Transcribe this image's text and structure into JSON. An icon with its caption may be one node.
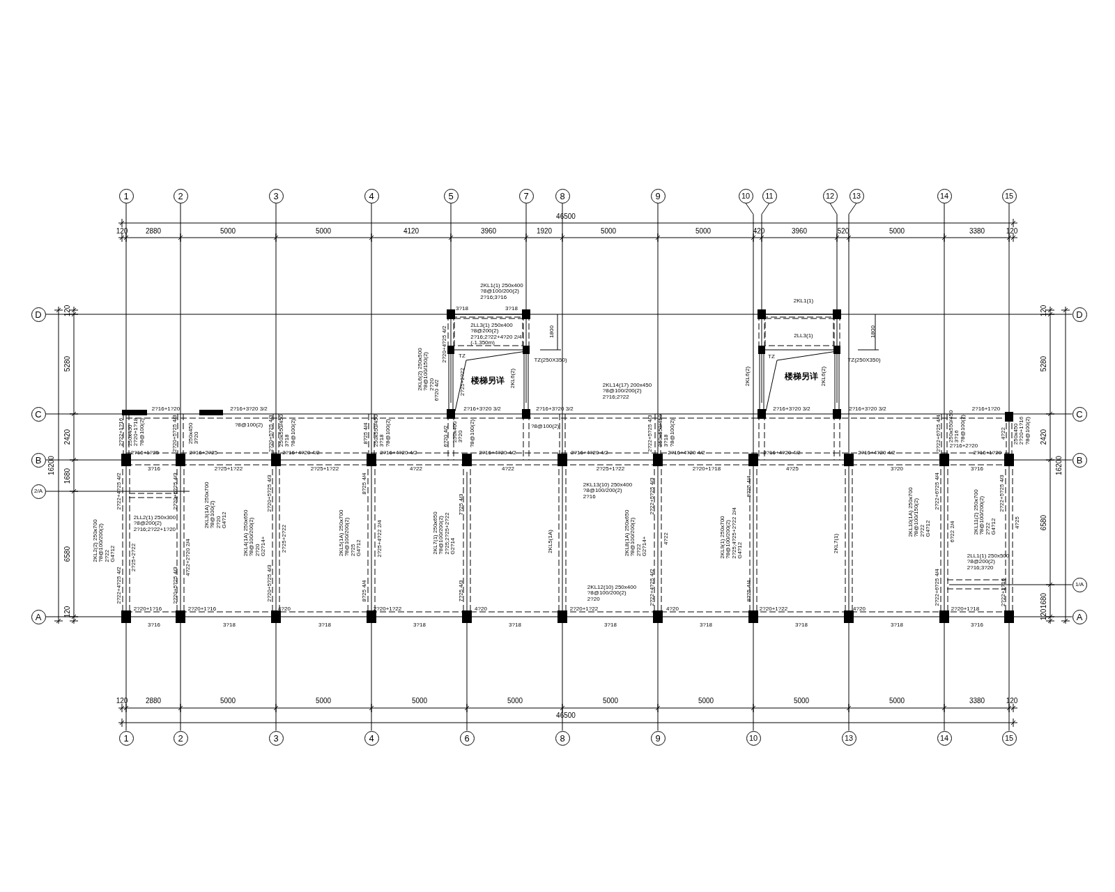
{
  "diagram": {
    "nodes": [
      {
        "text": [
          "1"
        ]
      },
      {
        "text": [
          "2"
        ]
      },
      {
        "text": [
          "3"
        ]
      },
      {
        "text": [
          "4"
        ]
      },
      {
        "text": [
          "5"
        ]
      },
      {
        "text": [
          "7"
        ]
      },
      {
        "text": [
          "8"
        ]
      },
      {
        "text": [
          "9"
        ]
      },
      {
        "text": [
          "10"
        ]
      },
      {
        "text": [
          "11"
        ]
      },
      {
        "text": [
          "12"
        ]
      },
      {
        "text": [
          "13"
        ]
      },
      {
        "text": [
          "14"
        ]
      },
      {
        "text": [
          "15"
        ]
      },
      {
        "text": [
          "D"
        ]
      },
      {
        "text": [
          "C"
        ]
      },
      {
        "text": [
          "B"
        ]
      },
      {
        "text": [
          "2/A"
        ]
      },
      {
        "text": [
          "A"
        ]
      },
      {
        "text": [
          "D"
        ]
      },
      {
        "text": [
          "C"
        ]
      },
      {
        "text": [
          "B"
        ]
      },
      {
        "text": [
          "1/A"
        ]
      },
      {
        "text": [
          "A"
        ]
      },
      {
        "text": [
          "1"
        ]
      },
      {
        "text": [
          "2"
        ]
      },
      {
        "text": [
          "3"
        ]
      },
      {
        "text": [
          "4"
        ]
      },
      {
        "text": [
          "6"
        ]
      },
      {
        "text": [
          "8"
        ]
      },
      {
        "text": [
          "9"
        ]
      },
      {
        "text": [
          "10"
        ]
      },
      {
        "text": [
          "13"
        ]
      },
      {
        "text": [
          "14"
        ]
      },
      {
        "text": [
          "15"
        ]
      }
    ],
    "edges": [
      {
        "from": 0,
        "to": 24,
        "arrow": "none"
      },
      {
        "from": 1,
        "to": 25,
        "arrow": "none"
      },
      {
        "from": 2,
        "to": 26,
        "arrow": "none"
      },
      {
        "from": 3,
        "to": 27,
        "arrow": "none"
      },
      {
        "from": 4,
        "to": null,
        "arrow": "none"
      },
      {
        "from": 28,
        "to": null,
        "arrow": "none"
      },
      {
        "from": 5,
        "to": null,
        "arrow": "none"
      },
      {
        "from": 6,
        "to": 29,
        "arrow": "none"
      },
      {
        "from": 7,
        "to": 30,
        "arrow": "none"
      },
      {
        "from": 8,
        "to": 31,
        "arrow": "none"
      },
      {
        "from": 9,
        "to": null,
        "arrow": "none"
      },
      {
        "from": 10,
        "to": null,
        "arrow": "none"
      },
      {
        "from": 11,
        "to": 32,
        "arrow": "none"
      },
      {
        "from": 12,
        "to": 33,
        "arrow": "none"
      },
      {
        "from": 13,
        "to": 34,
        "arrow": "none"
      },
      {
        "from": 14,
        "to": 19,
        "arrow": "none"
      },
      {
        "from": 15,
        "to": 20,
        "arrow": "none"
      },
      {
        "from": 16,
        "to": 21,
        "arrow": "none"
      },
      {
        "from": 17,
        "to": null,
        "arrow": "none"
      },
      {
        "from": 22,
        "to": null,
        "arrow": "none"
      },
      {
        "from": 18,
        "to": 23,
        "arrow": "none"
      }
    ],
    "labels": [
      "46500",
      "120",
      "2880",
      "5000",
      "5000",
      "4120",
      "3960",
      "1920",
      "5000",
      "5000",
      "420",
      "3960",
      "520",
      "5000",
      "3380",
      "120",
      "120",
      "5280",
      "2420",
      "16200",
      "1680",
      "6580",
      "120",
      "120",
      "5280",
      "2420",
      "16200",
      "6580",
      "1680",
      "120",
      "2KL1(1) 250x400 ?8@100/200(2) 2?16;3?16",
      "3?18",
      "3?18",
      "2LL3(1) 250x400 ?8@200(2) 2?16;2?22+4?20 2/4 (-1.350m)",
      "1800",
      "2?20+4?25 4/2",
      "2KL6(2) 250x500 ?8@100/150(2) 2?20",
      "TZ",
      "TZ(250X350)",
      "2?25+2?22",
      "楼梯另详",
      "2KL6(2)",
      "6?20 4/2",
      "2KL14(17) 200x450 ?8@100/200(2) 2?16;2?22",
      "2KL1(1)",
      "2LL3(1)",
      "1800",
      "TZ",
      "TZ(250X350)",
      "2KL6(2)",
      "楼梯另详",
      "2KL6(2)",
      "2?16+1?20",
      "2?16+3?20 3/2",
      "2?16+3?20 3/2",
      "2?16+3?20 3/2",
      "2?16+3?20 3/2",
      "2?16+3?20 3/2",
      "2?16+1?20",
      "2?22+1?16",
      "250x450 2?20+1?18 ?8@100(2)",
      "2?20+5?25 4/3",
      "250x450 3?20",
      "?8@100(2)",
      "2?20+5?25 4/3",
      "250x550/450 3?18 ?8@100(2)",
      "8?25 4/4",
      "250x550/450 3?18 ?8@100(2)",
      "6?20 4/2",
      "250x400 3?20",
      "?8@100(2)",
      "?8@100(2)",
      "2?22+5?25 4/3",
      "250x550/450 3?18 ?8@100(2)",
      "2?22+6?25 4/4",
      "250x550/450 3?16 ?8@100(2)",
      "4?22",
      "250x450 2?20+1?16 ?8@100(2)",
      "2?16+2?20",
      "2?16+1?25",
      "2?16+2?25",
      "2?16+4?20 4/2",
      "2?16+4?20 4/2",
      "2?16+4?20 4/2",
      "2?16+4?20 4/2",
      "2?16+4?20 4/2",
      "2?16+4?20 4/2",
      "2?16+4?20 4/2",
      "2?16+1?20",
      "3?16",
      "2?25+1?22",
      "2?25+1?22",
      "4?22",
      "4?22",
      "2?25+1?22",
      "2?20+1?18",
      "4?25",
      "3?20",
      "3?16",
      "2?22+4?25 4/2",
      "2?20+5?25 4/3",
      "2KL3(1A) 250x700 ?8@100(2) 2?20 G4?12",
      "2LL2(1) 250x300 ?8@200(2) 2?16;2?22+1?20",
      "2KL2(2) 250x700 ?8@100/200(2) 2?22 G4?12",
      "2?25+2?22",
      "4?22+2?20 2/4",
      "2?22+4?25 4/2",
      "2?20+5?25 4/3",
      "2?20+5?25 4/3",
      "2KL4(1A) 250x650 ?8@100/200(2) 2?20 G2?14+",
      "2?25+2?22",
      "2?20+5?25 4/3",
      "8?25 4/4",
      "2KL5(1A) 250x700 ?8@100/200(2) 2?25 G4?12",
      "2?25+4?22 2/4",
      "8?25 4/4",
      "7?25 4/3",
      "2KL7(1) 250x650 ?8@100/200(2) 2?25;2?25+2?22 G2?14",
      "7?25 4/3",
      "2KL13(10) 250x400 ?8@100/200(2) 2?16",
      "2KL5(1A)",
      "2?22+5?25 4/3",
      "2KL8(1A) 250x650 ?8@100/200(2) 2?22 G2?14+",
      "4?22",
      "2KL12(10) 250x400 ?8@100/200(2) 2?20",
      "2?22+4?25 4/2",
      "8?25 4/4",
      "2KL9(1) 250x700 ?8@100/200(2) 2?25;4?25+2?22 2/4 G4?12",
      "8?25 4/4",
      "2KL7(1)",
      "2KL10(1A) 250x700 ?8@100/150(2) 2?22 G4?12",
      "2?22+6?25 4/4",
      "6?22 2/4",
      "2KL11(2) 250x700 ?8@100/200(2) 2?22 G4?12",
      "2?22+5?25 4/3",
      "4?25",
      "2LL1(1) 250x500 ?8@200(2) 2?16;3?20",
      "2?22+6?25 4/4",
      "2?22+1?16",
      "2?20+1?16",
      "2?20+1?16",
      "4?20",
      "2?20+1?22",
      "4?20",
      "2?20+1?22",
      "4?20",
      "2?20+1?22",
      "4?20",
      "2?20+1?18",
      "3?16",
      "3?18",
      "3?18",
      "3?18",
      "3?18",
      "3?18",
      "3?18",
      "3?18",
      "3?18",
      "3?16",
      "120",
      "2880",
      "5000",
      "5000",
      "5000",
      "5000",
      "5000",
      "5000",
      "5000",
      "5000",
      "3380",
      "120",
      "46500"
    ]
  }
}
